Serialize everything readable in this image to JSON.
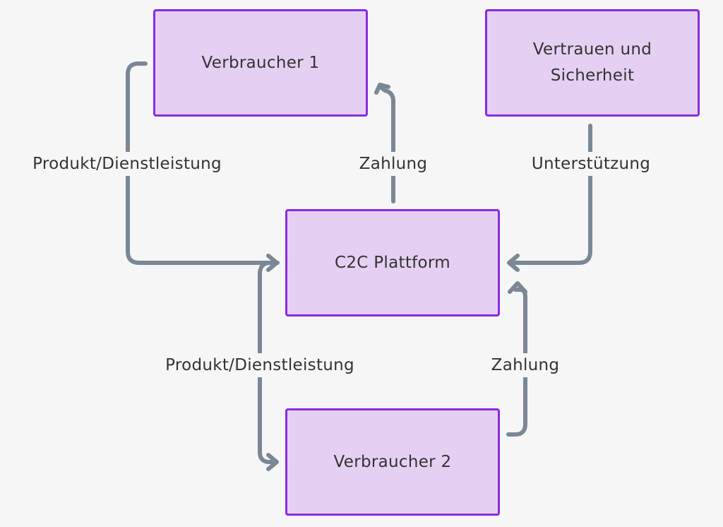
{
  "diagram": {
    "nodes": {
      "verbraucher1": {
        "label": "Verbraucher 1"
      },
      "vertrauen": {
        "label_line1": "Vertrauen und",
        "label_line2": "Sicherheit"
      },
      "plattform": {
        "label": "C2C Plattform"
      },
      "verbraucher2": {
        "label": "Verbraucher 2"
      }
    },
    "edges": {
      "v1_to_platform": {
        "label": "Produkt/Dienstleistung"
      },
      "platform_to_v1": {
        "label": "Zahlung"
      },
      "trust_to_platform": {
        "label": "Unterstützung"
      },
      "platform_to_v2": {
        "label": "Produkt/Dienstleistung"
      },
      "v2_to_platform": {
        "label": "Zahlung"
      }
    },
    "colors": {
      "background": "#f6f6f6",
      "node_fill": "#e5d0f3",
      "node_border": "#8a2be2",
      "edge": "#7b8794",
      "text": "#333333"
    }
  }
}
